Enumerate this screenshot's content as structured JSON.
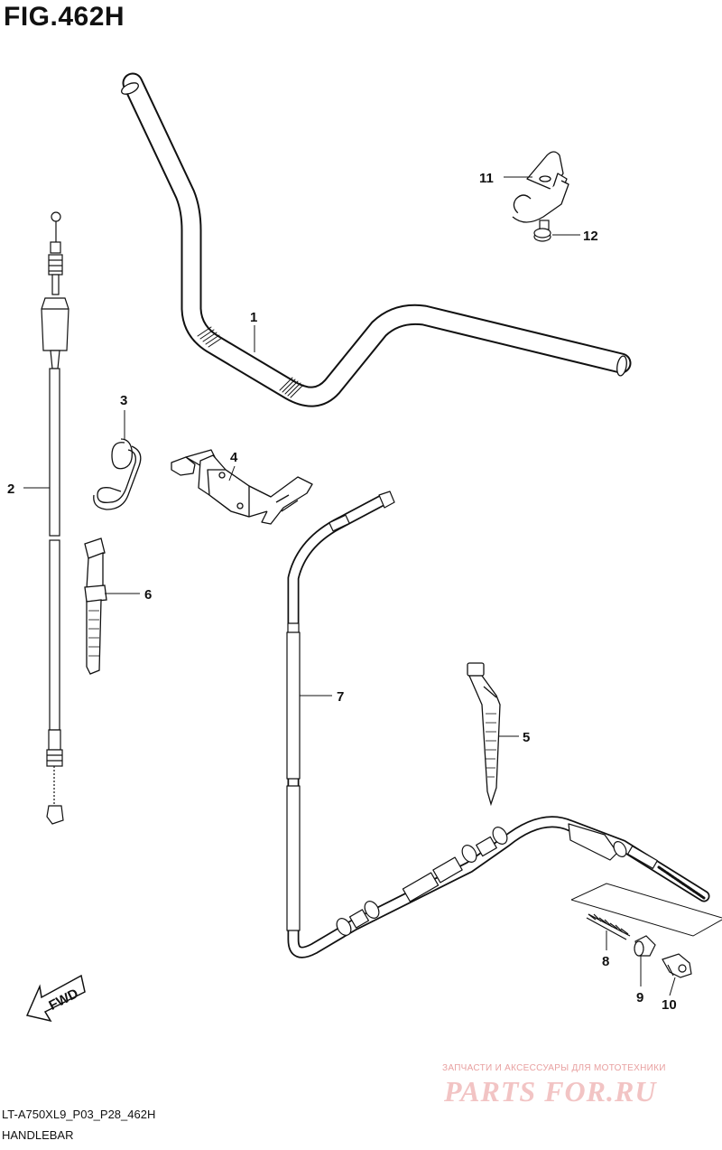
{
  "figure": {
    "title": "FIG.462H",
    "code": "LT-A750XL9_P03_P28_462H",
    "caption": "HANDLEBAR"
  },
  "callouts": {
    "c1": "1",
    "c2": "2",
    "c3": "3",
    "c4": "4",
    "c5": "5",
    "c6": "6",
    "c7": "7",
    "c8": "8",
    "c9": "9",
    "c10": "10",
    "c11": "11",
    "c12": "12"
  },
  "fwd_label": "FWD",
  "watermark": {
    "tagline": "ЗАПЧАСТИ И АКСЕССУАРЫ ДЛЯ МОТОТЕХНИКИ",
    "logo": "PARTS FOR.RU"
  },
  "colors": {
    "line": "#111111",
    "background": "#ffffff",
    "watermark": "#f2c4c4"
  }
}
